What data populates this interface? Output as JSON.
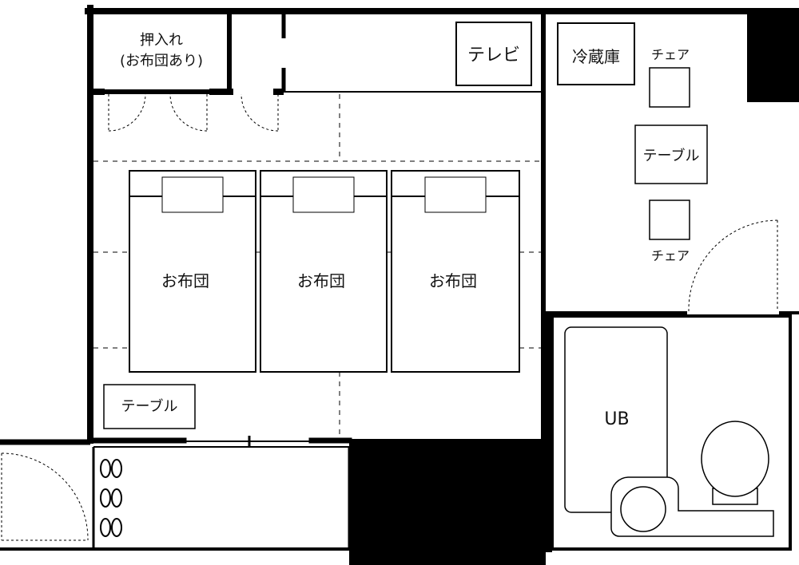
{
  "closet": {
    "line1": "押入れ",
    "line2": "(お布団あり)"
  },
  "tv": "テレビ",
  "fridge": "冷蔵庫",
  "chair_top": "チェア",
  "chair_bottom": "チェア",
  "table_right": "テーブル",
  "table_left": "テーブル",
  "futons": [
    "お布団",
    "お布団",
    "お布団"
  ],
  "bath": "UB"
}
